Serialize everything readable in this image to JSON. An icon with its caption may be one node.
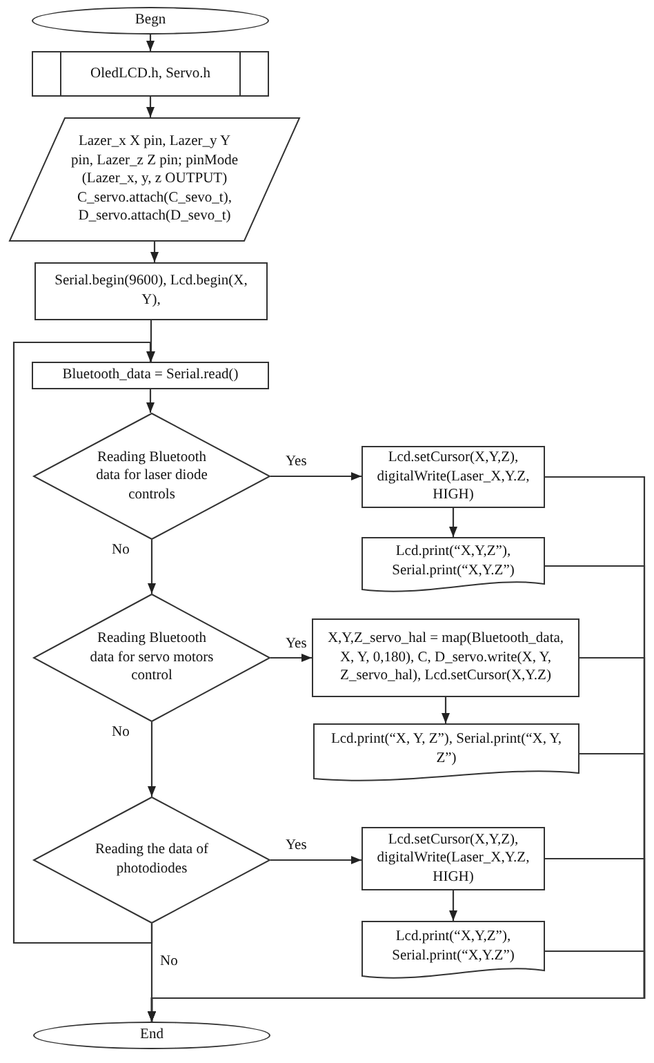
{
  "diagram": {
    "nodes": [
      {
        "text": [
          "Begn"
        ]
      },
      {
        "text": [
          "OledLCD.h, Servo.h"
        ]
      },
      {
        "text": [
          "Lazer_x X pin, Lazer_y Y pin, Lazer_z Z pin; pinMode (Lazer_x, y, z OUTPUT) C_servo.attach(C_sevo_t), D_servo.attach(D_sevo_t)"
        ]
      },
      {
        "text": [
          "Serial.begin(9600), Lcd.begin(X, Y),"
        ]
      },
      {
        "text": [
          "Bluetooth_data = Serial.read()"
        ]
      },
      {
        "text": [
          "Reading Bluetooth data for laser diode controls"
        ]
      },
      {
        "text": [
          "Lcd.setCursor(X,Y,Z), digitalWrite(Laser_X,Y.Z, HIGH)"
        ]
      },
      {
        "text": [
          "Lcd.print(“X,Y,Z”), Serial.print(“X,Y.Z”)"
        ]
      },
      {
        "text": [
          "Reading Bluetooth data for servo motors control"
        ]
      },
      {
        "text": [
          "X,Y,Z_servo_hal = map(Bluetooth_data, X, Y, 0,180), C, D_servo.write(X, Y, Z_servo_hal), Lcd.setCursor(X,Y.Z)"
        ]
      },
      {
        "text": [
          "Lcd.print(“X, Y, Z”), Serial.print(“X, Y, Z”)"
        ]
      },
      {
        "text": [
          "Reading the data of photodiodes"
        ]
      },
      {
        "text": [
          "Lcd.setCursor(X,Y,Z), digitalWrite(Laser_X,Y.Z, HIGH)"
        ]
      },
      {
        "text": [
          "Lcd.print(“X,Y,Z”), Serial.print(“X,Y.Z”)"
        ]
      },
      {
        "text": [
          "End"
        ]
      }
    ],
    "edges": [
      {
        "from": 0,
        "to": 1,
        "arrow": "to"
      },
      {
        "from": 1,
        "to": 2,
        "arrow": "to"
      },
      {
        "from": 2,
        "to": 3,
        "arrow": "to"
      },
      {
        "from": 3,
        "to": 4,
        "arrow": "to"
      },
      {
        "from": 4,
        "to": 5,
        "arrow": "to"
      },
      {
        "from": 5,
        "to": 6,
        "arrow": "to",
        "label": "Yes"
      },
      {
        "from": 6,
        "to": 7,
        "arrow": "to"
      },
      {
        "from": 5,
        "to": 8,
        "arrow": "to",
        "label": "No"
      },
      {
        "from": 8,
        "to": 9,
        "arrow": "to",
        "label": "Yes"
      },
      {
        "from": 9,
        "to": 10,
        "arrow": "to"
      },
      {
        "from": 8,
        "to": 11,
        "arrow": "to",
        "label": "No"
      },
      {
        "from": 11,
        "to": 12,
        "arrow": "to",
        "label": "Yes"
      },
      {
        "from": 12,
        "to": 13,
        "arrow": "to"
      },
      {
        "from": 11,
        "to": 4,
        "arrow": "to"
      },
      {
        "from": 11,
        "to": 14,
        "arrow": "to",
        "label": "No"
      },
      {
        "from": 6,
        "to": 14,
        "arrow": "to"
      },
      {
        "from": 7,
        "to": 14,
        "arrow": "to"
      },
      {
        "from": 9,
        "to": 14,
        "arrow": "to"
      },
      {
        "from": 10,
        "to": 14,
        "arrow": "to"
      },
      {
        "from": 12,
        "to": 14,
        "arrow": "to"
      },
      {
        "from": 13,
        "to": 14,
        "arrow": "to"
      }
    ]
  }
}
